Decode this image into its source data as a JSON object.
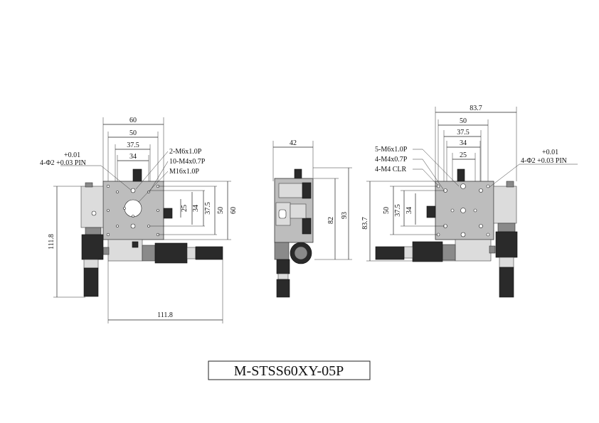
{
  "model_title": "M-STSS60XY-05P",
  "left_view": {
    "dims_top": [
      "60",
      "50",
      "37.5",
      "34"
    ],
    "dims_right": [
      "25",
      "34",
      "37.5",
      "50",
      "60"
    ],
    "dim_left": "111.8",
    "dim_bottom": "111.8",
    "pin_tol": "+0.01",
    "pin_spec": "4-Φ2 +0.03 PIN",
    "callouts": [
      "2-M6x1.0P",
      "10-M4x0.7P",
      "M16x1.0P"
    ]
  },
  "middle_view": {
    "dim_top": "42",
    "dims_right": [
      "82",
      "93"
    ]
  },
  "right_view": {
    "dims_top": [
      "83.7",
      "50",
      "37.5",
      "34",
      "25"
    ],
    "dims_left": [
      "50",
      "37.5",
      "34"
    ],
    "dim_far_left": "83.7",
    "pin_tol": "+0.01",
    "pin_spec": "4-Φ2 +0.03 PIN",
    "callouts": [
      "5-M6x1.0P",
      "4-M4x0.7P",
      "4-M4 CLR"
    ]
  }
}
